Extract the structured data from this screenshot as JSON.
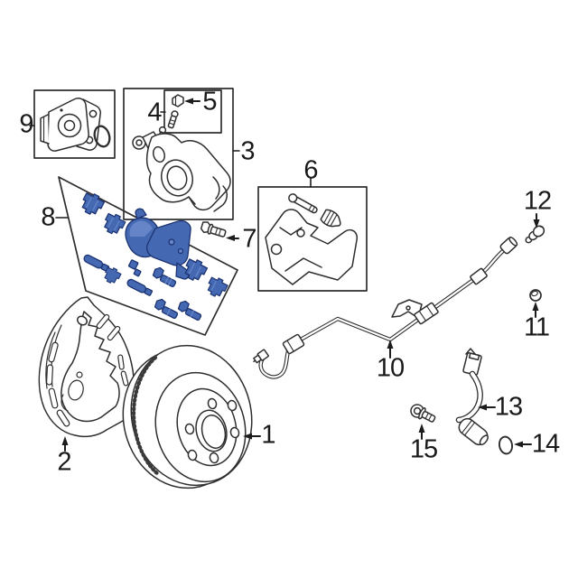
{
  "diagram": {
    "background_color": "#ffffff",
    "line_color": "#2e2e2e",
    "label_color": "#1a1a1a",
    "highlight_fill": "#4468b2",
    "highlight_fill_light": "#6585c8",
    "highlight_stroke": "#1d3473",
    "callouts": [
      {
        "label": "1",
        "part": "brake-rotor"
      },
      {
        "label": "2",
        "part": "brake-dust-shield"
      },
      {
        "label": "3",
        "part": "brake-caliper"
      },
      {
        "label": "4",
        "part": "bleeder-screw"
      },
      {
        "label": "5",
        "part": "bleeder-screw-cap"
      },
      {
        "label": "6",
        "part": "caliper-mounting-bracket"
      },
      {
        "label": "7",
        "part": "caliper-bolt"
      },
      {
        "label": "8",
        "part": "brake-pad-hardware-kit"
      },
      {
        "label": "9",
        "part": "parking-brake-actuator"
      },
      {
        "label": "10",
        "part": "brake-hydraulic-hose"
      },
      {
        "label": "11",
        "part": "cap"
      },
      {
        "label": "12",
        "part": "bolt"
      },
      {
        "label": "13",
        "part": "abs-wheel-speed-sensor"
      },
      {
        "label": "14",
        "part": "grommet"
      },
      {
        "label": "15",
        "part": "sensor-bolt"
      }
    ]
  }
}
